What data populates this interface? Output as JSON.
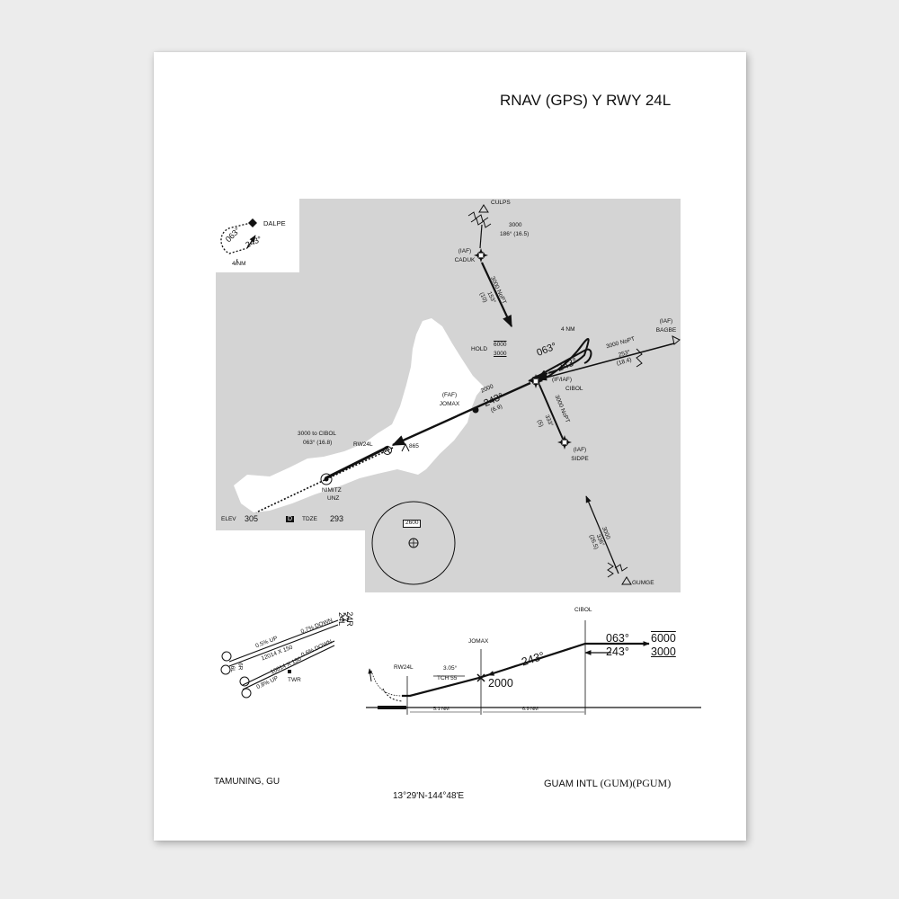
{
  "title": "RNAV (GPS) Y RWY 24L",
  "footer": {
    "city": "TAMUNING, GU",
    "coords": "13°29'N-144°48'E",
    "airport_name": "GUAM INTL",
    "airport_ids": "(GUM)(PGUM)"
  },
  "inset": {
    "fix": "DALPE",
    "course_out": "063°",
    "course_in": "243°",
    "leg": "4 NM"
  },
  "plan": {
    "culps": "CULPS",
    "culps_alt": "3000",
    "culps_crs": "186° (16.5)",
    "caduk_role": "(IAF)",
    "caduk": "CADUK",
    "caduk_alt": "3000 NoPT",
    "caduk_crs": "153°",
    "caduk_dist": "(10)",
    "hold_label": "HOLD",
    "hold_max": "6000",
    "hold_min": "3000",
    "hold_crs_out": "063°",
    "hold_crs_in": "243°",
    "hold_leg": "4 NM",
    "bagbe_role": "(IAF)",
    "bagbe": "BAGBE",
    "bagbe_alt": "3000 NoPT",
    "bagbe_crs": "253°",
    "bagbe_dist": "(18.4)",
    "cibol_role": "(IF/IAF)",
    "cibol": "CIBOL",
    "sidpe_alt": "3000 NoPT",
    "sidpe_crs": "333°",
    "sidpe_dist": "(5)",
    "sidpe_role": "(IAF)",
    "sidpe": "SIDPE",
    "final_alt": "2000",
    "final_crs": "243°",
    "final_dist": "(6.9)",
    "jomax_role": "(FAF)",
    "jomax": "JOMAX",
    "missed_alt": "3000 to CIBOL",
    "missed_crs": "063° (16.8)",
    "rwy": "RW24L",
    "obstacle": "865",
    "nimitz": "NIMITZ",
    "unz": "UNZ",
    "msa_alt": "2600",
    "gumge_alt": "3000",
    "gumge_crs": "336°",
    "gumge_dist": "(26.5)",
    "gumge": "GUMGE"
  },
  "airport": {
    "elev_label": "ELEV",
    "elev": "305",
    "d_symbol": "D",
    "tdze_label": "TDZE",
    "tdze": "293",
    "rwy_upper": "0.5% UP",
    "rwy_upper_down": "0.7% DOWN",
    "rwy_upper_dims": "12014 X 150",
    "rwy_lower_dims": "10014 X 150",
    "rwy_lower_up": "0.8% UP",
    "rwy_lower_down": "0.6% DOWN",
    "rwy_num_l": "24L",
    "rwy_num_r": "24R",
    "rwy_num_6l": "6L",
    "rwy_num_6r": "6R",
    "twr": "TWR"
  },
  "profile": {
    "cibol": "CIBOL",
    "crs_out": "063°",
    "alt_max": "6000",
    "crs_in": "243°",
    "alt_min": "3000",
    "jomax": "JOMAX",
    "final_crs": "243°",
    "jomax_alt": "2000",
    "rwy": "RW24L",
    "gp": "3.05°",
    "tch": "TCH 55",
    "dist1": "5.1 NM",
    "dist2": "6.9 NM"
  }
}
